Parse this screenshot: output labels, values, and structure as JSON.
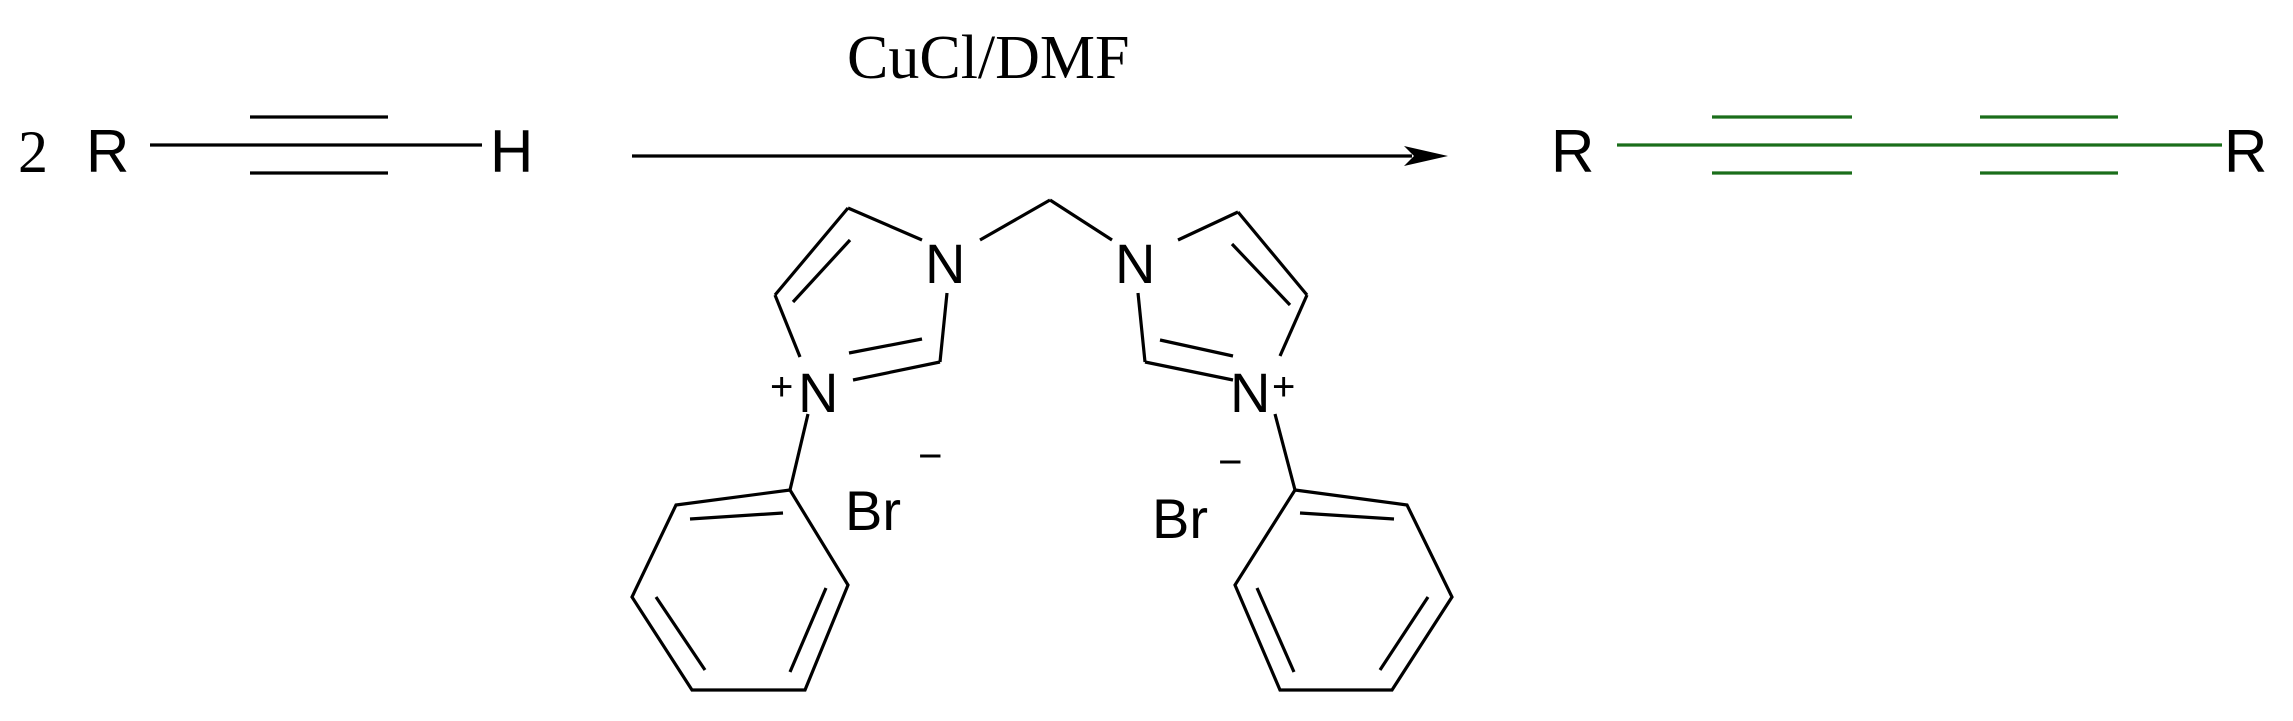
{
  "reaction": {
    "coefficient": "2",
    "reactant_r": "R",
    "reactant_h": "H",
    "conditions": "CuCl/DMF",
    "product_r_left": "R",
    "product_r_right": "R"
  },
  "ligand": {
    "n_left_ring_top": "N",
    "n_right_ring_top": "N",
    "n_left_cation": "N",
    "n_right_cation": "N",
    "plus": "+",
    "minus": "−",
    "bromide_left": "Br",
    "bromide_right": "Br"
  },
  "colors": {
    "product_bond": "#1a6e1a",
    "bond": "#000000"
  }
}
